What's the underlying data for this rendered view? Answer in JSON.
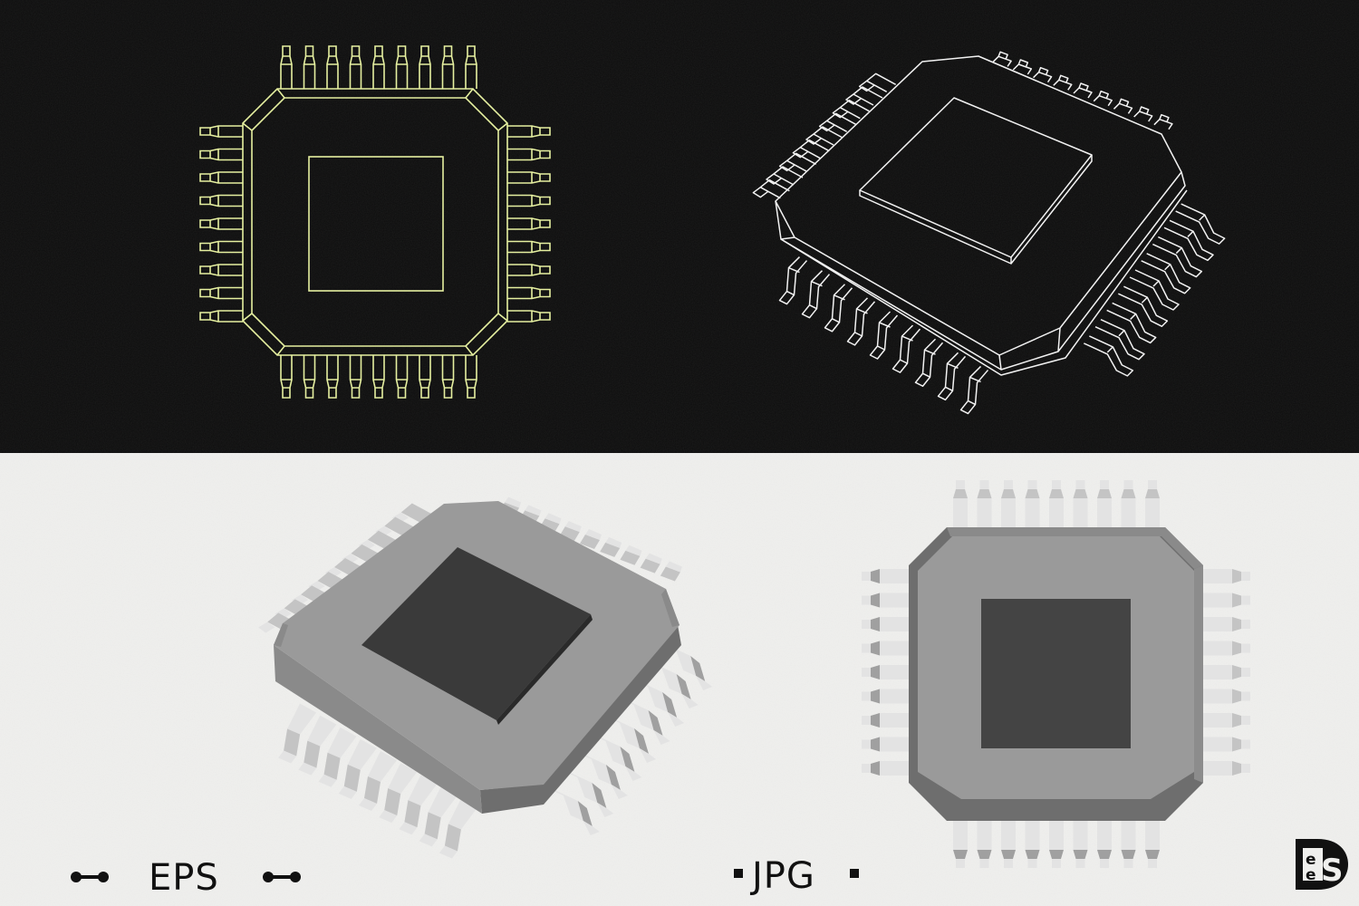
{
  "colors": {
    "top_background": "#0d0d0d",
    "bottom_background": "#efefed",
    "wire_yellow": "#e6f0a0",
    "wire_white": "#f2f2f2",
    "chip_body_light": "#9a9a9a",
    "chip_body_mid": "#8a8a8a",
    "chip_body_dark": "#6e6e6e",
    "chip_die": "#3a3a3a",
    "chip_die_flat": "#444444",
    "pin_light": "#e3e3e3",
    "pin_shade": "#c4c4c4",
    "pin_dark": "#a0a0a0",
    "label_text": "#111111"
  },
  "chip_views": [
    {
      "name": "wireframe-top-view",
      "style": "outline-yellow",
      "pins_per_side": 9
    },
    {
      "name": "wireframe-isometric-view",
      "style": "outline-white",
      "pins_per_side": 9
    },
    {
      "name": "shaded-isometric-view",
      "style": "shaded-gray",
      "pins_per_side": 9
    },
    {
      "name": "shaded-top-view",
      "style": "shaded-gray",
      "pins_per_side": 9
    }
  ],
  "labels": {
    "eps": "EPS",
    "jpg": "JPG"
  },
  "logo": {
    "letters_big": "D S",
    "letters_small": [
      "e",
      "e"
    ]
  }
}
